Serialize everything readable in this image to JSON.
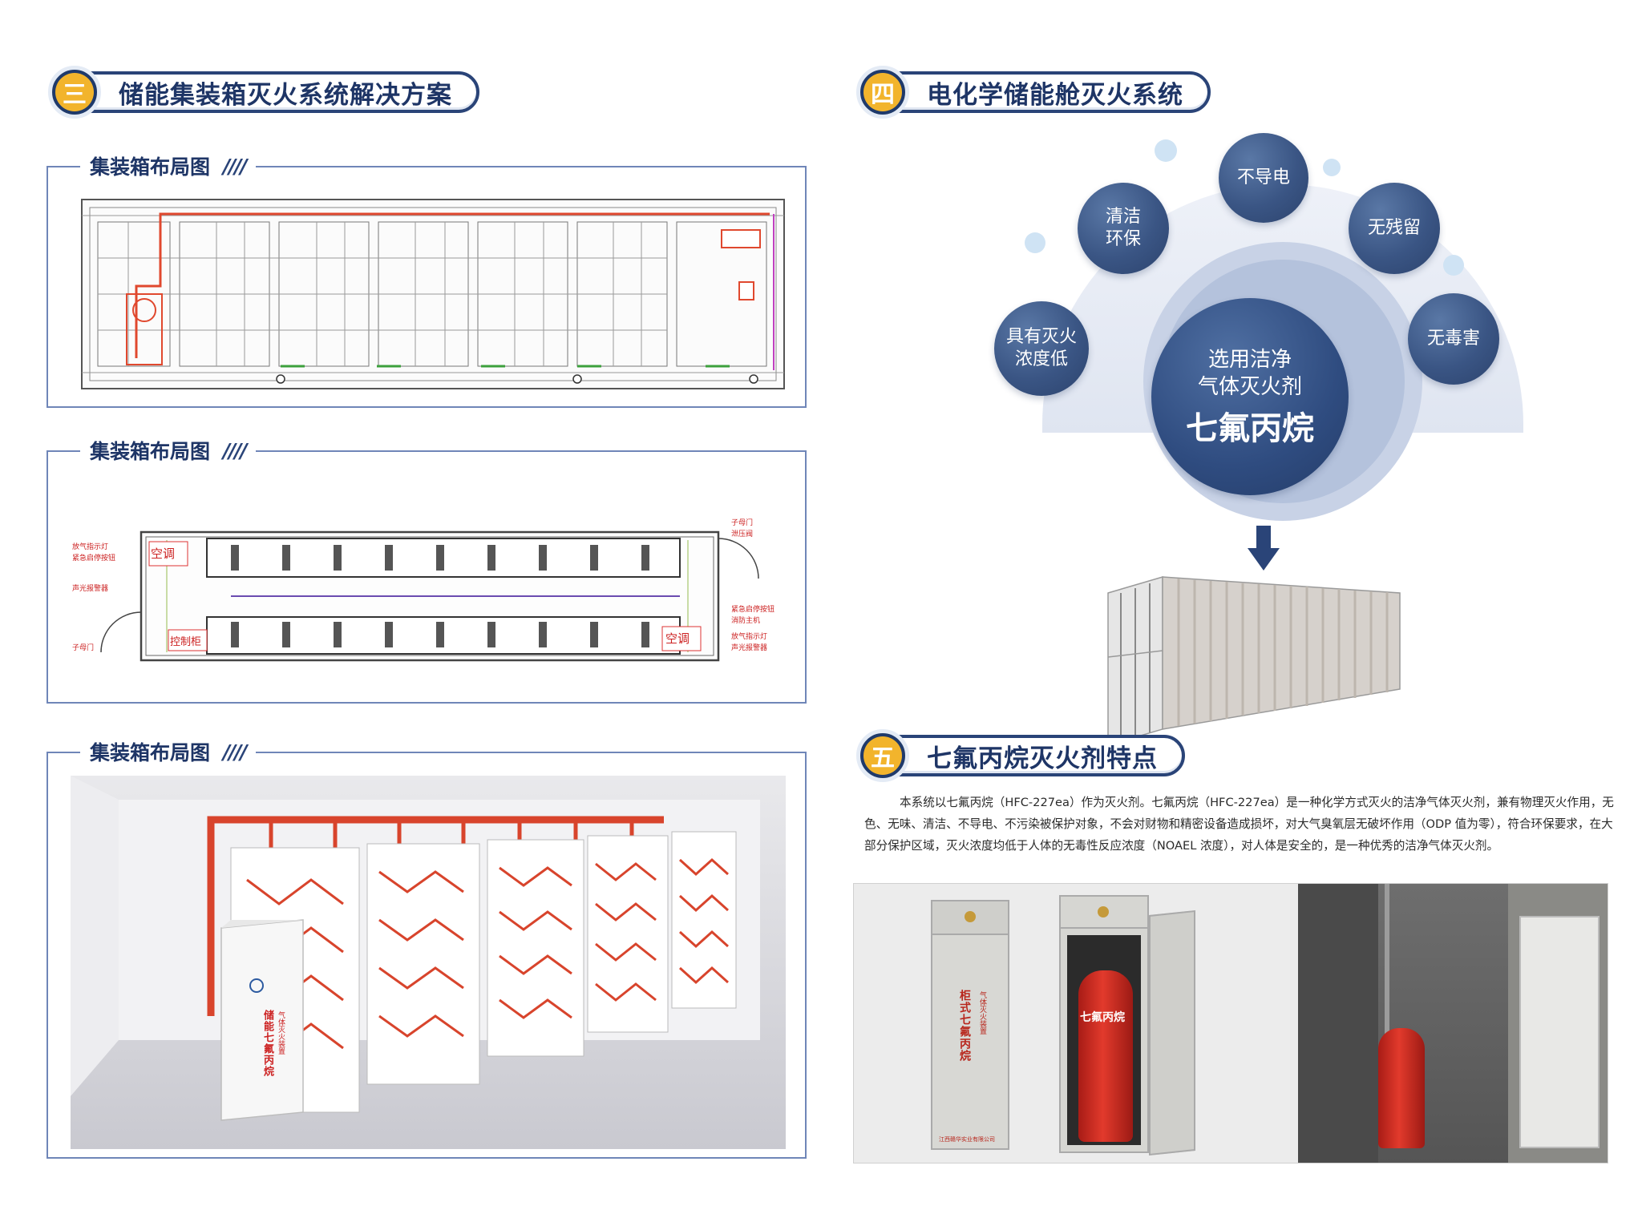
{
  "sec3": {
    "num": "三",
    "title": "储能集装箱灭火系统解决方案"
  },
  "sec4": {
    "num": "四",
    "title": "电化学储能舱灭火系统"
  },
  "sec5": {
    "num": "五",
    "title": "七氟丙烷灭火剂特点"
  },
  "frames": [
    {
      "title": "集装箱布局图",
      "slash": "////"
    },
    {
      "title": "集装箱布局图",
      "slash": "////"
    },
    {
      "title": "集装箱布局图",
      "slash": "////"
    }
  ],
  "plan2": {
    "ac_left": "空调",
    "ac_right": "空调",
    "control_cabinet": "控制柜",
    "labels_left": [
      "放气指示灯",
      "紧急启停按钮",
      "声光报警器",
      "子母门"
    ],
    "labels_right": [
      "子母门",
      "泄压阀",
      "紧急启停按钮",
      "消防主机",
      "放气指示灯",
      "声光报警器"
    ]
  },
  "bubbles": {
    "center_line1": "选用洁净",
    "center_line2": "气体灭火剂",
    "center_main": "七氟丙烷",
    "b1": "不导电",
    "b2_line1": "清洁",
    "b2_line2": "环保",
    "b3": "无残留",
    "b4_line1": "具有灭火",
    "b4_line2": "浓度低",
    "b5": "无毒害"
  },
  "paragraph": "本系统以七氟丙烷（HFC-227ea）作为灭火剂。七氟丙烷（HFC-227ea）是一种化学方式灭火的洁净气体灭火剂，兼有物理灭火作用，无色、无味、清洁、不导电、不污染被保护对象，不会对财物和精密设备造成损坏，对大气臭氧层无破坏作用（ODP 值为零），符合环保要求，在大部分保护区域，灭火浓度均低于人体的无毒性反应浓度（NOAEL 浓度），对人体是安全的，是一种优秀的洁净气体灭火剂。",
  "cabinet": {
    "label_vertical": "柜式七氟丙烷",
    "sub_vertical": "气体灭火装置",
    "company": "江西赣华实业有限公司",
    "cylinder_text": "七氟丙烷"
  },
  "render3d": {
    "cabinet_label": "储能七氟丙烷",
    "cabinet_sub": "气体灭火装置"
  },
  "colors": {
    "navy": "#1e3566",
    "accent": "#f2b42c",
    "pipe": "#e0482e"
  }
}
